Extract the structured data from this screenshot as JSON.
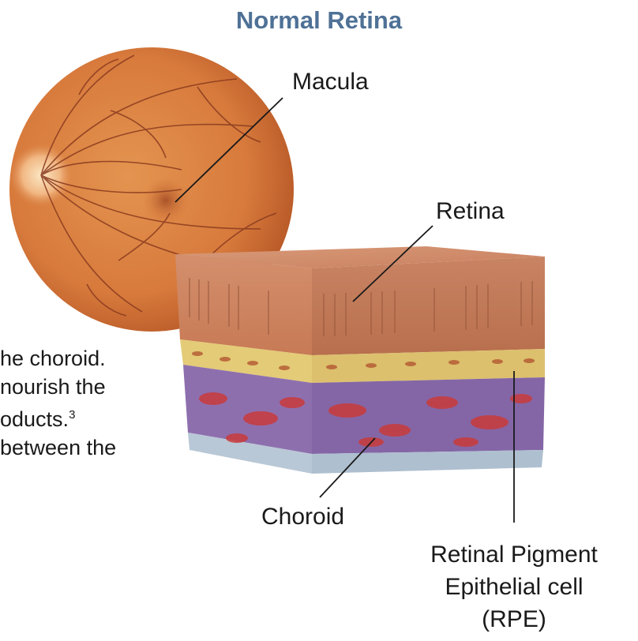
{
  "title": "Normal Retina",
  "labels": {
    "macula": "Macula",
    "retina": "Retina",
    "choroid": "Choroid",
    "rpe_line1": "Retinal Pigment",
    "rpe_line2": "Epithelial cell",
    "rpe_line3": "(RPE)"
  },
  "body_text": {
    "line1": "he choroid.",
    "line2": "nourish the",
    "line3": "oducts.",
    "line3_sup": "3",
    "line4": "between the"
  }
}
